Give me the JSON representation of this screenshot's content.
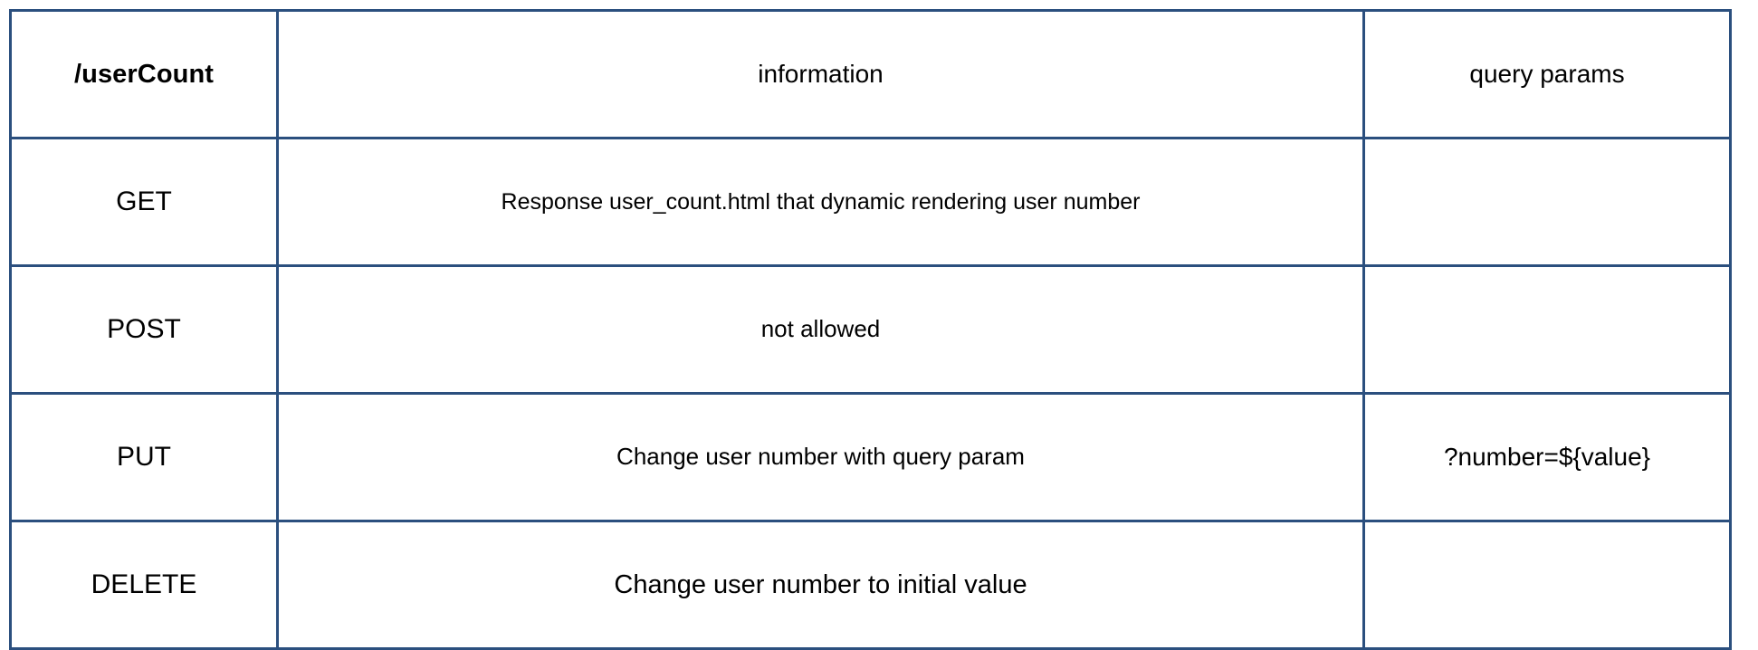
{
  "table": {
    "name": "api-endpoint-reference-table",
    "border_color": "#2b4f7e",
    "background_color": "#ffffff",
    "text_color": "#000000",
    "header": {
      "endpoint": "/userCount",
      "information": "information",
      "query_params": "query params"
    },
    "rows": [
      {
        "method": "GET",
        "information": "Response user_count.html that dynamic rendering user number",
        "query_params": ""
      },
      {
        "method": "POST",
        "information": "not allowed",
        "query_params": ""
      },
      {
        "method": "PUT",
        "information": "Change user number with query param",
        "query_params": "?number=${value}"
      },
      {
        "method": "DELETE",
        "information": "Change user number to initial value",
        "query_params": ""
      }
    ]
  }
}
